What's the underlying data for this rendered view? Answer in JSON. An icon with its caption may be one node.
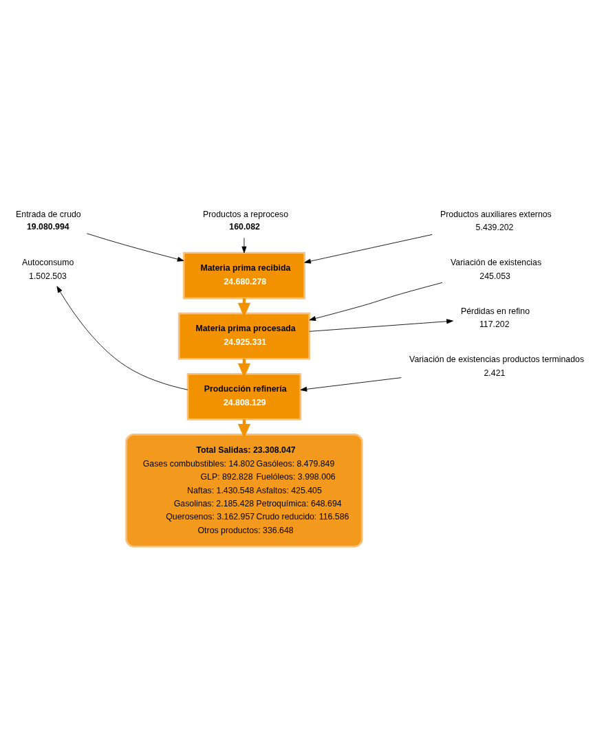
{
  "diagram": {
    "nodes": [
      {
        "text": [
          "Productos a reproceso",
          "160.082"
        ]
      },
      {
        "text": [
          "Entrada de crudo",
          "19.080.994"
        ]
      },
      {
        "text": [
          "Materia prima recibida",
          "24.680.278"
        ]
      },
      {
        "text": [
          "Productos auxiliares externos",
          "5.439.202"
        ]
      },
      {
        "text": [
          "Variación de existencias",
          "245.053"
        ]
      },
      {
        "text": [
          "Materia prima procesada",
          "24.925.331"
        ]
      },
      {
        "text": [
          "Pérdidas en refino",
          "117.202"
        ]
      },
      {
        "text": [
          "Producción refinería",
          "24.808.129"
        ]
      },
      {
        "text": [
          "Autoconsumo",
          "1.502.503"
        ]
      },
      {
        "text": [
          "Variación de existencias productos terminados",
          "2.421"
        ]
      },
      {
        "text": [
          "Total Salidas: 23.308.047",
          "Gases combubstibles: 14.802",
          "Gasóleos: 8.479.849",
          "GLP: 892.828",
          "Fuelóleos: 3.998.006",
          "Naftas: 1.430.548",
          "Asfaltos: 425.405",
          "Gasolinas: 2.185.428",
          "Petroquímica: 648.694",
          "Querosenos: 3.162.957",
          "Crudo reducido: 116.586",
          "Otros productos: 336.648"
        ]
      }
    ],
    "edges": [
      {
        "from": 0,
        "to": 2,
        "arrow": "to"
      },
      {
        "from": 1,
        "to": 2,
        "arrow": "to"
      },
      {
        "from": 3,
        "to": 2,
        "arrow": "to"
      },
      {
        "from": 2,
        "to": 5,
        "arrow": "to",
        "style": "thick",
        "color": "#f39200"
      },
      {
        "from": 4,
        "to": 5,
        "arrow": "to"
      },
      {
        "from": 5,
        "to": 6,
        "arrow": "to"
      },
      {
        "from": 5,
        "to": 7,
        "arrow": "to",
        "style": "thick",
        "color": "#f39200"
      },
      {
        "from": 7,
        "to": 8,
        "arrow": "to"
      },
      {
        "from": 9,
        "to": 7,
        "arrow": "to"
      },
      {
        "from": 7,
        "to": 10,
        "arrow": "to",
        "style": "thick",
        "color": "#f39200"
      }
    ]
  }
}
